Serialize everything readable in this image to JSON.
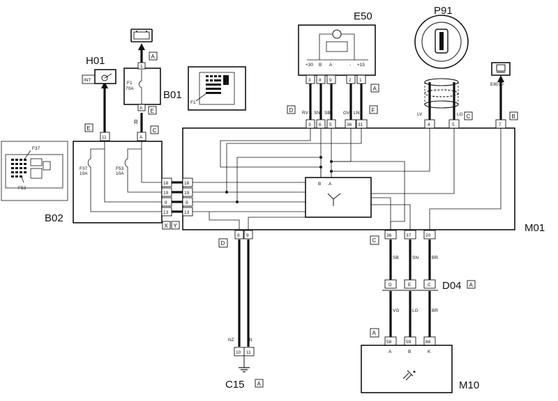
{
  "components": {
    "e50": "E50",
    "p91": "P91",
    "h01": "H01",
    "b01": "B01",
    "b02": "B02",
    "m01": "M01",
    "d04": "D04",
    "c15": "C15",
    "m10": "M10"
  },
  "small_labels": {
    "int": "INT",
    "e8010": "E8010",
    "f1": "F1",
    "f1_rating": "70A",
    "f1_inset": "F1",
    "f37": "F37",
    "f37_rating": "10A",
    "f53": "F53",
    "f53_rating": "10A",
    "f37_inset": "F37",
    "f53_inset": "F53",
    "wire_r": "R"
  },
  "connector_tags": {
    "a_battery": "A",
    "e_b01": "E",
    "c_b01": "C",
    "e_b02": "E",
    "a_e50": "A",
    "d_e50": "D",
    "f_e50": "F",
    "c_p91": "C",
    "b_e8010": "B",
    "x": "X",
    "y": "Y",
    "d_c15": "D",
    "c_d04": "C",
    "d04_ref": "A",
    "a_m10": "A",
    "c15_ref": "A"
  },
  "pins": {
    "b01_top": "1",
    "b01_bottom": "A",
    "b01_out": "A",
    "h01": "11",
    "e50_top": [
      "3",
      "8",
      "9",
      "2",
      "1"
    ],
    "e50_inner": [
      "+30",
      "B",
      "A",
      "-",
      "+15"
    ],
    "m01_top": [
      "3",
      "6",
      "5",
      "36",
      "31"
    ],
    "p91": [
      "4",
      "5"
    ],
    "e8010": "7",
    "b02_right": [
      "18",
      "19",
      "9",
      "13"
    ],
    "m01_left": [
      "18",
      "19",
      "9",
      "13"
    ],
    "module_inner": [
      "B",
      "A"
    ],
    "m01_bottom_left": [
      "8",
      "9"
    ],
    "m01_bottom_right": [
      "36",
      "37",
      "20"
    ],
    "d04_top": [
      "D",
      "E",
      "C"
    ],
    "d04_bottom": [
      "D",
      "E",
      "C"
    ],
    "c15": [
      "10",
      "11"
    ],
    "m10_top": [
      "58",
      "59",
      "88"
    ],
    "m10_inner": [
      "A",
      "B",
      "K"
    ]
  },
  "wire_colors": {
    "e50": [
      "RV",
      "SN",
      "SB",
      "GV",
      "LN"
    ],
    "p91": [
      "LV",
      "LG"
    ],
    "m01_to_d04": [
      "SB",
      "SN",
      "BR"
    ],
    "d04_to_m10": [
      "VG",
      "LG",
      "BR"
    ],
    "c15": [
      "NZ",
      "N"
    ]
  }
}
